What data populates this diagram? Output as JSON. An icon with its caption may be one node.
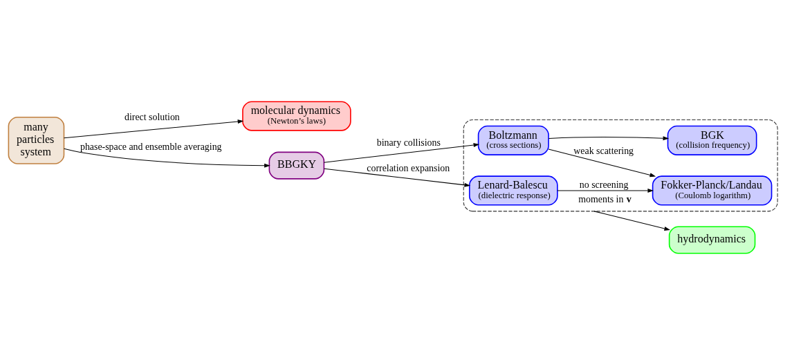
{
  "diagram": {
    "nodes": [
      {
        "text": [
          "many particles system"
        ]
      },
      {
        "text": [
          "molecular dynamics",
          "(Newton’s laws)"
        ]
      },
      {
        "text": [
          "BBGKY"
        ]
      },
      {
        "text": [],
        "shape": "box"
      },
      {
        "text": [
          "BGK",
          "(collision frequency)"
        ],
        "in": 3
      },
      {
        "text": [
          "Boltzmann",
          "(cross sections)"
        ],
        "in": 3
      },
      {
        "text": [
          "Fokker-Planck/Landau",
          "(Coulomb logarithm)"
        ],
        "in": 3
      },
      {
        "text": [
          "Lenard-Balescu",
          "(dielectric response)"
        ],
        "in": 3
      },
      {
        "text": [
          "hydrodynamics"
        ]
      }
    ],
    "edges": [
      {
        "from": 0,
        "to": 1,
        "arrow": "to",
        "label": "direct solution"
      },
      {
        "from": 0,
        "to": 2,
        "arrow": "to",
        "label": "phase-space and ensemble averaging"
      },
      {
        "from": 2,
        "to": 5,
        "arrow": "to",
        "label": "binary collisions"
      },
      {
        "from": 2,
        "to": 7,
        "arrow": "to",
        "label": "correlation expansion"
      },
      {
        "from": 5,
        "to": 4,
        "arrow": "to"
      },
      {
        "from": 5,
        "to": 6,
        "arrow": "to",
        "label": "weak scattering"
      },
      {
        "from": 7,
        "to": 6,
        "arrow": "to",
        "label": "no screening"
      },
      {
        "from": 3,
        "to": 8,
        "arrow": "to",
        "label": "moments in **v**"
      }
    ]
  }
}
